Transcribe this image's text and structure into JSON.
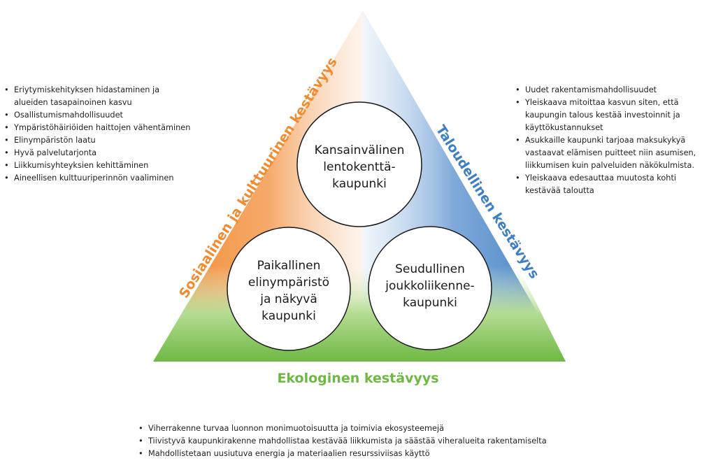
{
  "sides": {
    "social": {
      "title": "Sosiaalinen ja kulttuurinen kestävyys",
      "color": "#f28a2e",
      "items": [
        "Eriytymiskehityksen hidastaminen ja\nalueiden tasapainoinen kasvu",
        "Osallistumismahdollisuudet",
        "Ympäristöhäiriöiden haittojen vähentäminen",
        "Elinympäristön laatu",
        "Hyvä palvelutarjonta",
        "Liikkumisyhteyksien kehittäminen",
        "Aineellisen kulttuuriperinnön vaaliminen"
      ]
    },
    "economic": {
      "title": "Taloudellinen kestävyys",
      "color": "#3e7fc4",
      "items": [
        "Uudet rakentamismahdollisuudet",
        "Yleiskaava mitoittaa kasvun siten, että\nkaupungin talous kestää investoinnit ja\nkäyttökustannukset",
        "Asukkaille kaupunki tarjoaa maksukykyä\nvastaavat elämisen puitteet niin asumisen,\nliikkumisen kuin palveluiden näkökulmista.",
        "Yleiskaava edesauttaa muutosta kohti\nkestävää taloutta"
      ]
    },
    "ecological": {
      "title": "Ekologinen kestävyys",
      "color": "#6fb844",
      "items": [
        "Viherrakenne turvaa luonnon monimuotoisuutta ja toimivia ekosysteemejä",
        "Tiivistyvä kaupunkirakenne mahdollistaa kestävää liikkumista ja säästää viheralueita rakentamiselta",
        "Mahdollistetaan uusiutuva energia ja materiaalien resurssiviisas käyttö"
      ]
    }
  },
  "circles": {
    "top": "Kansainvälinen\nlentokenttä-\nkaupunki",
    "left": "Paikallinen\nelinympäristö\nja näkyvä\nkaupunki",
    "right": "Seudullinen\njoukkoliikenne-\nkaupunki"
  }
}
